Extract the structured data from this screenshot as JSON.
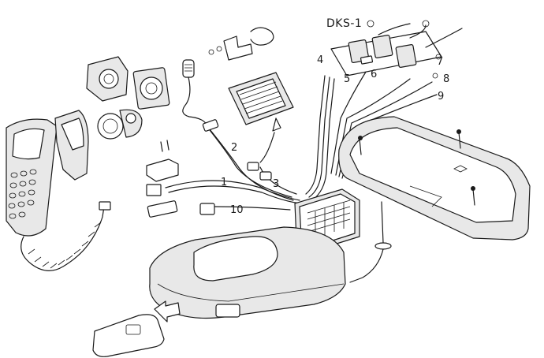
{
  "diagram": {
    "title": "DKS-1",
    "labels": [
      "1",
      "2",
      "3",
      "4",
      "5",
      "6",
      "7",
      "8",
      "9",
      "10"
    ]
  },
  "colors": {
    "line": "#1a1a1a",
    "panel": "#e8e8e8",
    "background": "#ffffff"
  }
}
